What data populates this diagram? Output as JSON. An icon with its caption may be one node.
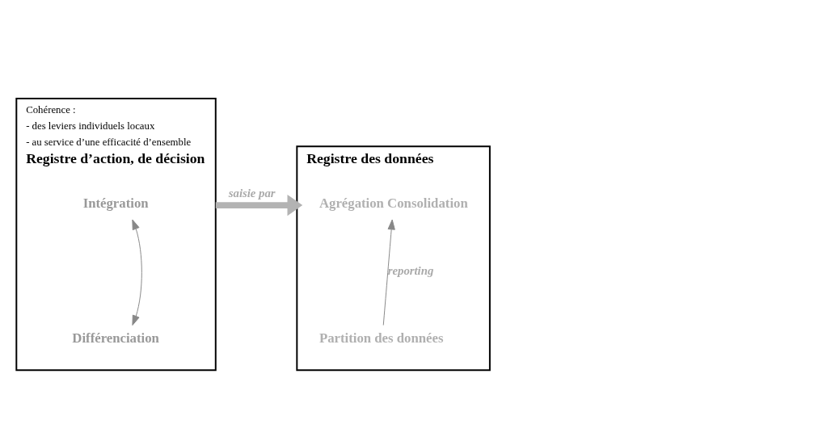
{
  "diagram": {
    "nodes": [
      {
        "text": [
          "Cohérence :",
          "- des leviers individuels locaux",
          "- au service d’une efficacité d’ensemble",
          "Registre d’action, de décision"
        ]
      },
      {
        "text": [
          "Intégration"
        ],
        "in": 0
      },
      {
        "text": [
          "Différenciation"
        ],
        "in": 0
      },
      {
        "text": [
          "Registre des données"
        ]
      },
      {
        "text": [
          "Agrégation Consolidation"
        ],
        "in": 3
      },
      {
        "text": [
          "Partition des données"
        ],
        "in": 3
      }
    ],
    "edges": [
      {
        "from": 1,
        "to": 2,
        "arrow": "both"
      },
      {
        "from": 0,
        "to": 3,
        "arrow": "to",
        "label": "saisie par",
        "style": "thick",
        "color": "#b3b3b3"
      },
      {
        "from": 5,
        "to": 4,
        "arrow": "to",
        "label": "reporting"
      }
    ]
  }
}
